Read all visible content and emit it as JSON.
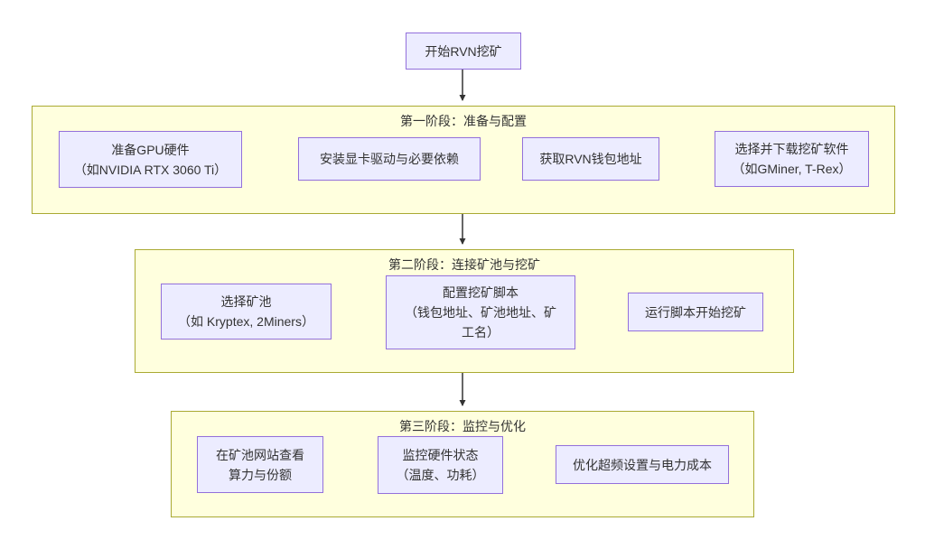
{
  "diagram": {
    "type": "flowchart",
    "start_node": {
      "label": "开始RVN挖矿"
    },
    "phases": [
      {
        "title": "第一阶段：准备与配置",
        "nodes": [
          {
            "label": "准备GPU硬件\n（如NVIDIA RTX 3060 Ti）"
          },
          {
            "label": "安装显卡驱动与必要依赖"
          },
          {
            "label": "获取RVN钱包地址"
          },
          {
            "label": "选择并下载挖矿软件\n（如GMiner, T-Rex）"
          }
        ]
      },
      {
        "title": "第二阶段：连接矿池与挖矿",
        "nodes": [
          {
            "label": "选择矿池\n（如 Kryptex, 2Miners）"
          },
          {
            "label": "配置挖矿脚本\n（钱包地址、矿池地址、矿\n工名）"
          },
          {
            "label": "运行脚本开始挖矿"
          }
        ]
      },
      {
        "title": "第三阶段：监控与优化",
        "nodes": [
          {
            "label": "在矿池网站查看\n算力与份额"
          },
          {
            "label": "监控硬件状态\n（温度、功耗）"
          },
          {
            "label": "优化超频设置与电力成本"
          }
        ]
      }
    ],
    "colors": {
      "node_fill": "#ECECFF",
      "node_border": "#9370DB",
      "cluster_fill": "#FFFFDE",
      "cluster_border": "#AAAA33",
      "edge": "#333333",
      "text": "#333333"
    }
  }
}
